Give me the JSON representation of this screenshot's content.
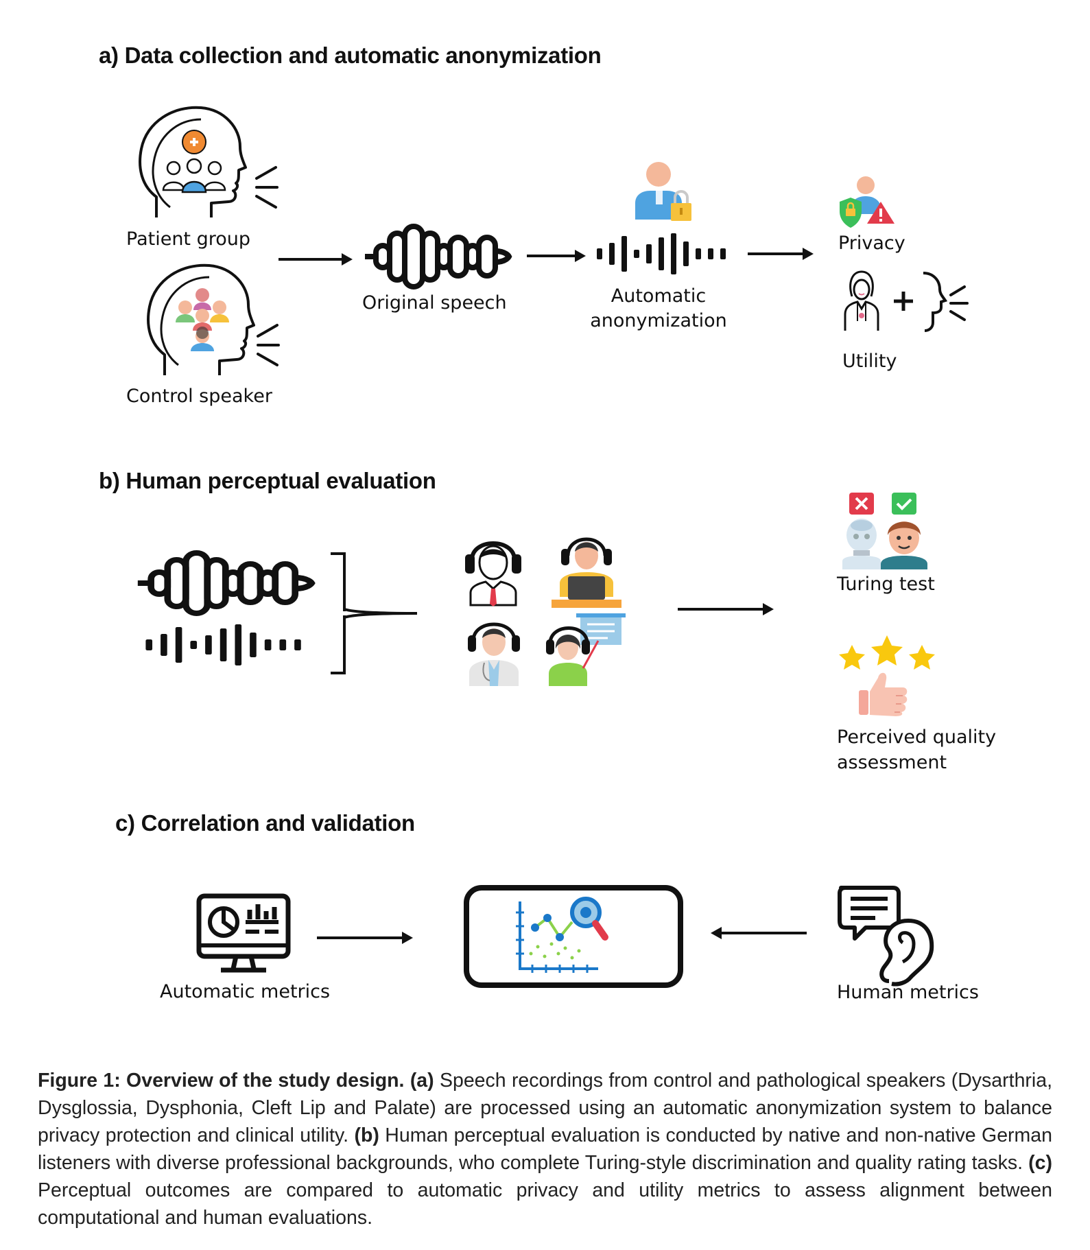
{
  "sections": {
    "a": {
      "title": "a) Data collection and automatic anonymization"
    },
    "b": {
      "title": "b) Human perceptual evaluation"
    },
    "c": {
      "title": "c) Correlation and validation"
    }
  },
  "labels": {
    "patient_group": "Patient group",
    "control_speaker": "Control speaker",
    "original_speech": "Original speech",
    "automatic_anonymization_1": "Automatic",
    "automatic_anonymization_2": "anonymization",
    "privacy": "Privacy",
    "utility": "Utility",
    "turing_test": "Turing test",
    "perceived_quality_1": "Perceived quality",
    "perceived_quality_2": "assessment",
    "automatic_metrics": "Automatic metrics",
    "human_metrics": "Human metrics"
  },
  "caption": {
    "lead": "Figure 1: Overview of the study design.",
    "a_tag": "(a)",
    "a_text": " Speech recordings from control and pathological speakers (Dysarthria, Dysglossia, Dysphonia, Cleft Lip and Palate) are processed using an automatic anonymization system to balance privacy protection and clinical utility. ",
    "b_tag": "(b)",
    "b_text": " Human perceptual evaluation is conducted by native and non-native German listeners with diverse professional backgrounds, who complete Turing-style discrimination and quality rating tasks. ",
    "c_tag": "(c)",
    "c_text": " Perceptual outcomes are compared to automatic privacy and utility metrics to assess alignment between computational and human evaluations."
  },
  "colors": {
    "ink": "#111111",
    "orange": "#f08a32",
    "blue": "#4fa3e0",
    "skin": "#f4b89a",
    "lock_yellow": "#f6c13b",
    "shield_green": "#3bbf5a",
    "alert_red": "#e23b4b",
    "star_yellow": "#f9c80e",
    "chart_blue": "#1a78c9",
    "chart_green": "#8bd14a"
  },
  "icons": [
    "head-patient-group-icon",
    "head-control-speaker-icon",
    "speech-lines-icon",
    "waveform-icon",
    "anonymized-waveform-icon",
    "person-lock-icon",
    "privacy-shield-icon",
    "doctor-icon",
    "speaking-head-icon",
    "listener-icon",
    "robot-icon",
    "human-face-icon",
    "stars-icon",
    "thumbs-up-icon",
    "monitor-dashboard-icon",
    "chart-magnifier-icon",
    "chat-ear-icon",
    "arrow-right-icon",
    "arrow-left-icon"
  ]
}
